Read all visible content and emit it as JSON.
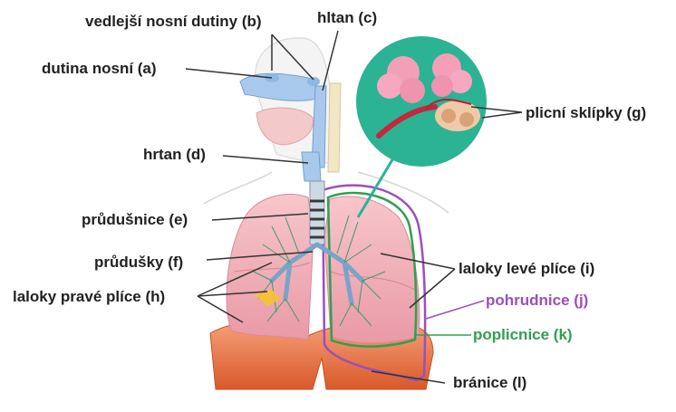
{
  "labels": {
    "a": "dutina nosní (a)",
    "b": "vedlejší nosní dutiny (b)",
    "c": "hltan (c)",
    "d": "hrtan (d)",
    "e": "průdušnice (e)",
    "f": "průdušky (f)",
    "g": "plicní sklípky (g)",
    "h": "laloky pravé plíce (h)",
    "i": "laloky levé plíce (i)",
    "j": "pohrudnice (j)",
    "k": "poplicnice (k)",
    "l": "bránice (l)"
  },
  "colors": {
    "text": "#222222",
    "pohrudnice": "#9b4fb8",
    "poplicnice": "#2fa050",
    "inset_background": "#2bb394",
    "lungs": "#f2a9b0",
    "diaphragm": "#e8733a",
    "nasal_cavity": "#a9c9ec"
  }
}
